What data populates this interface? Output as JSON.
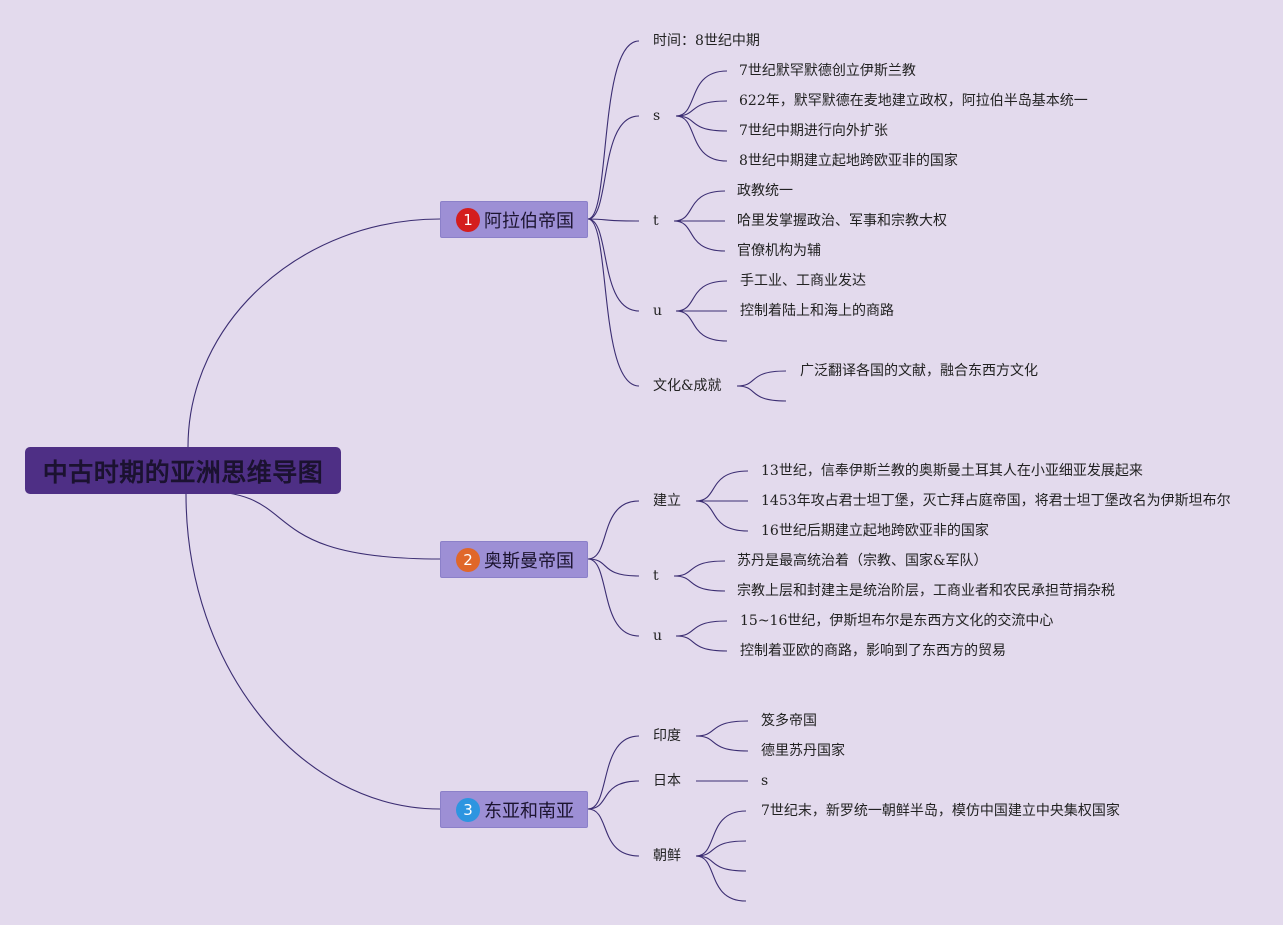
{
  "root": "中古时期的亚洲思维导图",
  "colors": {
    "background": "#e3daed",
    "root_fill": "#4e2f85",
    "branch_fill": "#9d8fd5",
    "line": "#3b2d72",
    "badge1": "#d41d1d",
    "badge2": "#e0672a",
    "badge3": "#2d95e0"
  },
  "branches": [
    {
      "badge": "1",
      "label": "阿拉伯帝国",
      "children": [
        {
          "label": "时间：8世纪中期",
          "items": []
        },
        {
          "label": "s",
          "items": [
            "7世纪默罕默德创立伊斯兰教",
            "622年，默罕默德在麦地建立政权，阿拉伯半岛基本统一",
            "7世纪中期进行向外扩张",
            "8世纪中期建立起地跨欧亚非的国家"
          ]
        },
        {
          "label": "t",
          "items": [
            "政教统一",
            "哈里发掌握政治、军事和宗教大权",
            "官僚机构为辅"
          ]
        },
        {
          "label": "u",
          "items": [
            "手工业、工商业发达",
            "控制着陆上和海上的商路",
            ""
          ]
        },
        {
          "label": "文化&成就",
          "items": [
            "广泛翻译各国的文献，融合东西方文化",
            ""
          ]
        }
      ]
    },
    {
      "badge": "2",
      "label": "奥斯曼帝国",
      "children": [
        {
          "label": "建立",
          "items": [
            "13世纪，信奉伊斯兰教的奥斯曼土耳其人在小亚细亚发展起来",
            "1453年攻占君士坦丁堡，灭亡拜占庭帝国，将君士坦丁堡改名为伊斯坦布尔",
            "16世纪后期建立起地跨欧亚非的国家"
          ]
        },
        {
          "label": "t",
          "items": [
            "苏丹是最高统治着（宗教、国家&军队）",
            "宗教上层和封建主是统治阶层，工商业者和农民承担苛捐杂税"
          ]
        },
        {
          "label": "u",
          "items": [
            "15~16世纪，伊斯坦布尔是东西方文化的交流中心",
            "控制着亚欧的商路，影响到了东西方的贸易"
          ]
        }
      ]
    },
    {
      "badge": "3",
      "label": "东亚和南亚",
      "children": [
        {
          "label": "印度",
          "items": [
            "笈多帝国",
            "德里苏丹国家"
          ]
        },
        {
          "label": "日本",
          "items": [
            "s"
          ]
        },
        {
          "label": "朝鲜",
          "items": [
            "7世纪末，新罗统一朝鲜半岛，模仿中国建立中央集权国家",
            "",
            ""
          ]
        }
      ]
    }
  ]
}
